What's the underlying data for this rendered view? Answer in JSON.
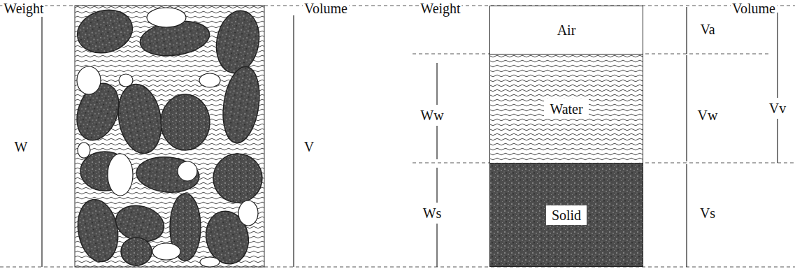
{
  "diagram": {
    "nodes": [
      {
        "text": [
          "Air"
        ]
      },
      {
        "text": [
          "Water"
        ]
      },
      {
        "text": [
          "Solid"
        ]
      }
    ],
    "labels": [
      "Weight",
      "Volume",
      "W",
      "V",
      "Weight",
      "Volume",
      "Va",
      "Vv",
      "Ww",
      "Vw",
      "Ws",
      "Vs"
    ]
  }
}
